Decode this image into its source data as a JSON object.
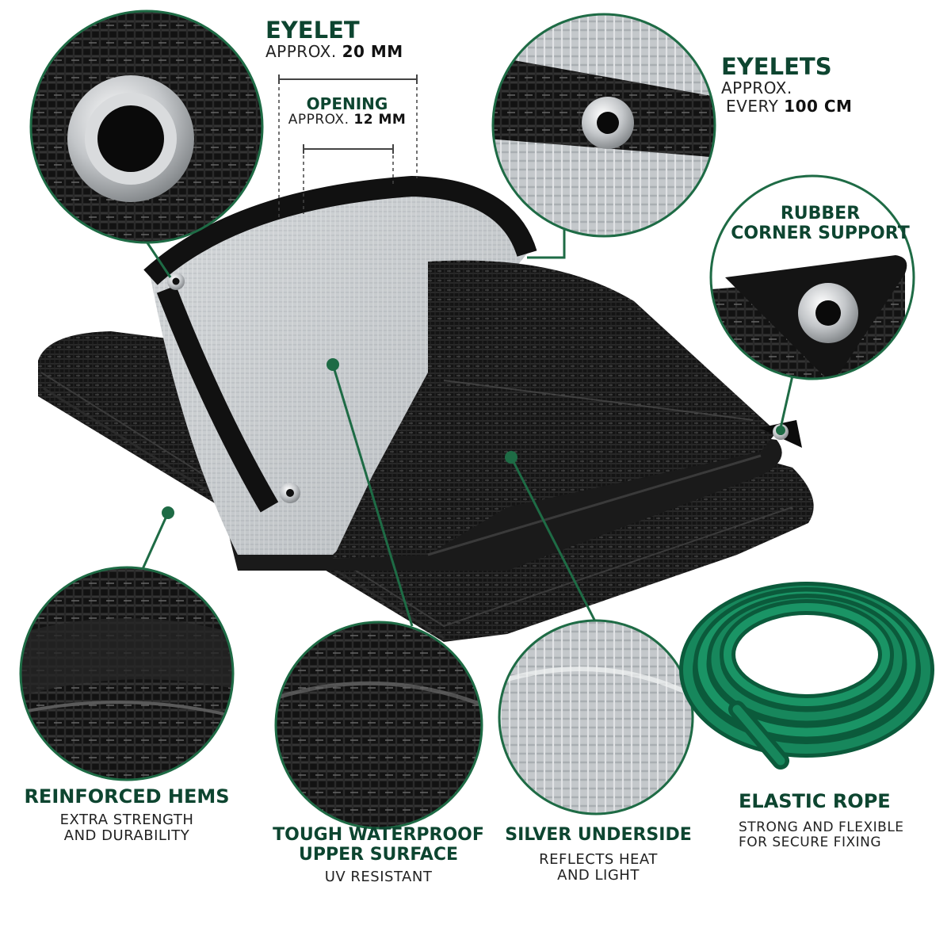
{
  "colors": {
    "title_green": "#0d4530",
    "ring_green": "#1e6b45",
    "rope_green": "#127a52",
    "tarp_black": "#151515",
    "silver": "#c9cdd0"
  },
  "callouts": {
    "eyelet_size": {
      "title": "EYELET",
      "prefix": "APPROX.",
      "value": "20 mm"
    },
    "opening": {
      "title": "OPENING",
      "prefix": "APPROX.",
      "value": "12 mm"
    },
    "eyelet_spacing": {
      "title": "EYELETS",
      "line1": "APPROX.",
      "prefix": "EVERY",
      "value": "100 cm"
    },
    "corner": {
      "line1": "RUBBER",
      "line2": "CORNER SUPPORT"
    },
    "hems": {
      "title": "REINFORCED HEMS",
      "line1": "EXTRA STRENGTH",
      "line2": "AND DURABILITY"
    },
    "surface": {
      "line1": "TOUGH WATERPROOF",
      "line2": "UPPER SURFACE",
      "sub": "UV RESISTANT"
    },
    "underside": {
      "title": "SILVER UNDERSIDE",
      "line1": "REFLECTS HEAT",
      "line2": "AND LIGHT"
    },
    "rope": {
      "title": "ELASTIC ROPE",
      "line1": "STRONG AND FLEXIBLE",
      "line2": "FOR SECURE FIXING"
    }
  }
}
